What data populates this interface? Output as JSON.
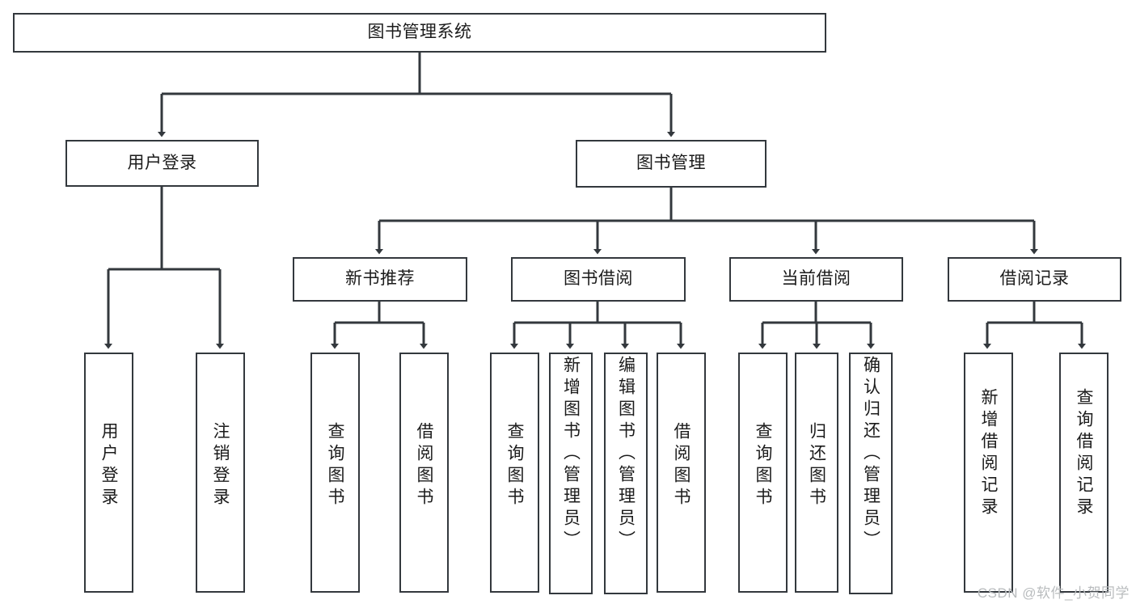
{
  "diagram": {
    "title": "图书管理系统",
    "type": "tree-hierarchy-diagram",
    "watermark": "CSDN @软件_小贺同学",
    "colors": {
      "border": "#33383d",
      "background": "#ffffff",
      "text": "#1b1b1b",
      "watermark": "#b9bcbe"
    },
    "nodes": {
      "root": {
        "label": "图书管理系统"
      },
      "level2": [
        {
          "id": "user-login",
          "label": "用户登录"
        },
        {
          "id": "book-management",
          "label": "图书管理"
        }
      ],
      "level3": [
        {
          "id": "new-book-recommend",
          "label": "新书推荐"
        },
        {
          "id": "book-borrow",
          "label": "图书借阅"
        },
        {
          "id": "current-borrow",
          "label": "当前借阅"
        },
        {
          "id": "borrow-record",
          "label": "借阅记录"
        }
      ],
      "leaves": {
        "user_login": [
          {
            "id": "leaf-user-login",
            "label": "用户登录"
          },
          {
            "id": "leaf-logout-login",
            "label": "注销登录"
          }
        ],
        "new_book_recommend": [
          {
            "id": "leaf-query-book-1",
            "label": "查询图书"
          },
          {
            "id": "leaf-borrow-book-1",
            "label": "借阅图书"
          }
        ],
        "book_borrow": [
          {
            "id": "leaf-query-book-2",
            "label": "查询图书"
          },
          {
            "id": "leaf-add-book",
            "label": "新增图书（管理员）"
          },
          {
            "id": "leaf-edit-book",
            "label": "编辑图书（管理员）"
          },
          {
            "id": "leaf-borrow-book-2",
            "label": "借阅图书"
          }
        ],
        "current_borrow": [
          {
            "id": "leaf-query-book-3",
            "label": "查询图书"
          },
          {
            "id": "leaf-return-book",
            "label": "归还图书"
          },
          {
            "id": "leaf-confirm-return",
            "label": "确认归还（管理员）"
          }
        ],
        "borrow_record": [
          {
            "id": "leaf-add-record",
            "label": "新增借阅记录"
          },
          {
            "id": "leaf-query-record",
            "label": "查询借阅记录"
          }
        ]
      }
    }
  }
}
